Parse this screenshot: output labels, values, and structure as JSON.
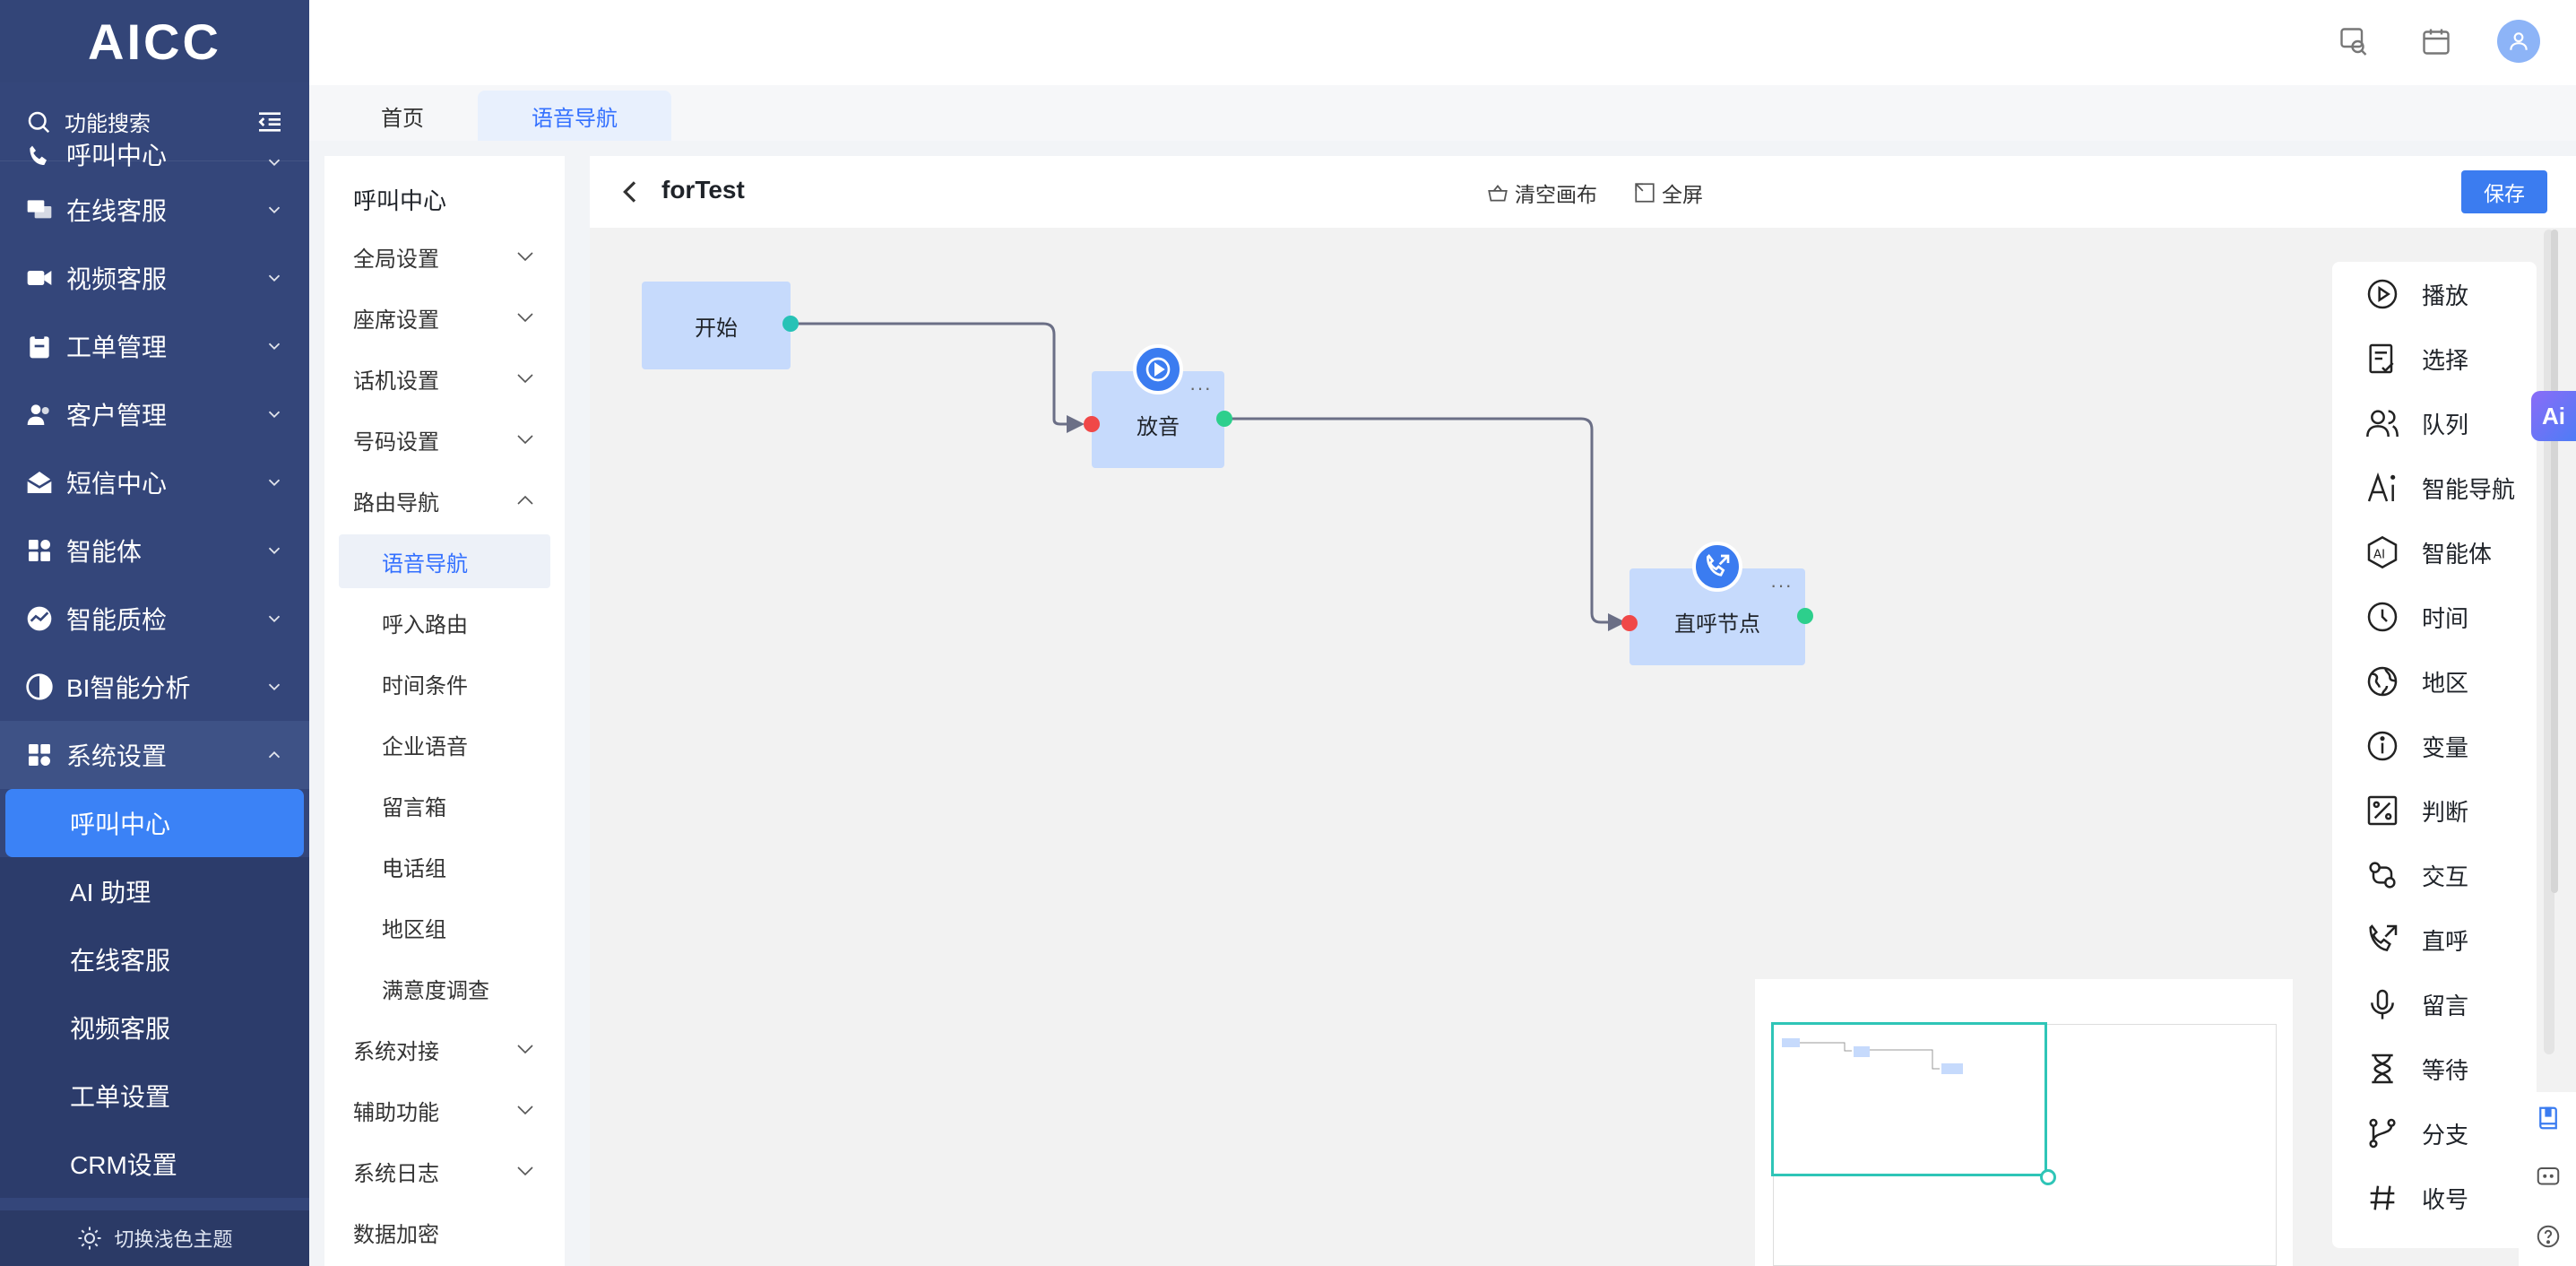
{
  "app": {
    "logo": "AICC"
  },
  "sidebar": {
    "search_label": "功能搜索",
    "items": [
      {
        "label": "呼叫中心",
        "icon": "phone-icon"
      },
      {
        "label": "在线客服",
        "icon": "chat-icon"
      },
      {
        "label": "视频客服",
        "icon": "video-icon"
      },
      {
        "label": "工单管理",
        "icon": "clipboard-icon"
      },
      {
        "label": "客户管理",
        "icon": "users-icon"
      },
      {
        "label": "短信中心",
        "icon": "mail-icon"
      },
      {
        "label": "智能体",
        "icon": "grid-icon"
      },
      {
        "label": "智能质检",
        "icon": "gauge-icon"
      },
      {
        "label": "BI智能分析",
        "icon": "pie-icon"
      },
      {
        "label": "系统设置",
        "icon": "settings-grid-icon"
      }
    ],
    "sub_items": [
      "呼叫中心",
      "AI 助理",
      "在线客服",
      "视频客服",
      "工单设置",
      "CRM设置"
    ],
    "footer": "切换浅色主题"
  },
  "tabs": [
    "首页",
    "语音导航"
  ],
  "subnav": {
    "title": "呼叫中心",
    "groups_top": [
      "全局设置",
      "座席设置",
      "话机设置",
      "号码设置"
    ],
    "open_group": "路由导航",
    "open_children": [
      "语音导航",
      "呼入路由",
      "时间条件",
      "企业语音",
      "留言箱",
      "电话组",
      "地区组",
      "满意度调查"
    ],
    "groups_bottom": [
      "系统对接",
      "辅助功能",
      "系统日志"
    ],
    "last": "数据加密"
  },
  "editor": {
    "flow_name": "forTest",
    "clear_label": "清空画布",
    "fullscreen_label": "全屏",
    "save_label": "保存",
    "nodes": {
      "start": "开始",
      "play": "放音",
      "direct": "直呼节点",
      "more": "···"
    }
  },
  "toolbox": [
    {
      "label": "播放",
      "icon": "play-circle-icon"
    },
    {
      "label": "选择",
      "icon": "select-doc-icon"
    },
    {
      "label": "队列",
      "icon": "queue-users-icon"
    },
    {
      "label": "智能导航",
      "icon": "ai-text-icon"
    },
    {
      "label": "智能体",
      "icon": "ai-hex-icon"
    },
    {
      "label": "时间",
      "icon": "clock-icon"
    },
    {
      "label": "地区",
      "icon": "globe-icon"
    },
    {
      "label": "变量",
      "icon": "info-circle-icon"
    },
    {
      "label": "判断",
      "icon": "percent-box-icon"
    },
    {
      "label": "交互",
      "icon": "interact-icon"
    },
    {
      "label": "直呼",
      "icon": "phone-outgoing-icon"
    },
    {
      "label": "留言",
      "icon": "mic-icon"
    },
    {
      "label": "等待",
      "icon": "hourglass-icon"
    },
    {
      "label": "分支",
      "icon": "branch-icon"
    },
    {
      "label": "收号",
      "icon": "hash-icon"
    }
  ],
  "ai_float": "Ai"
}
